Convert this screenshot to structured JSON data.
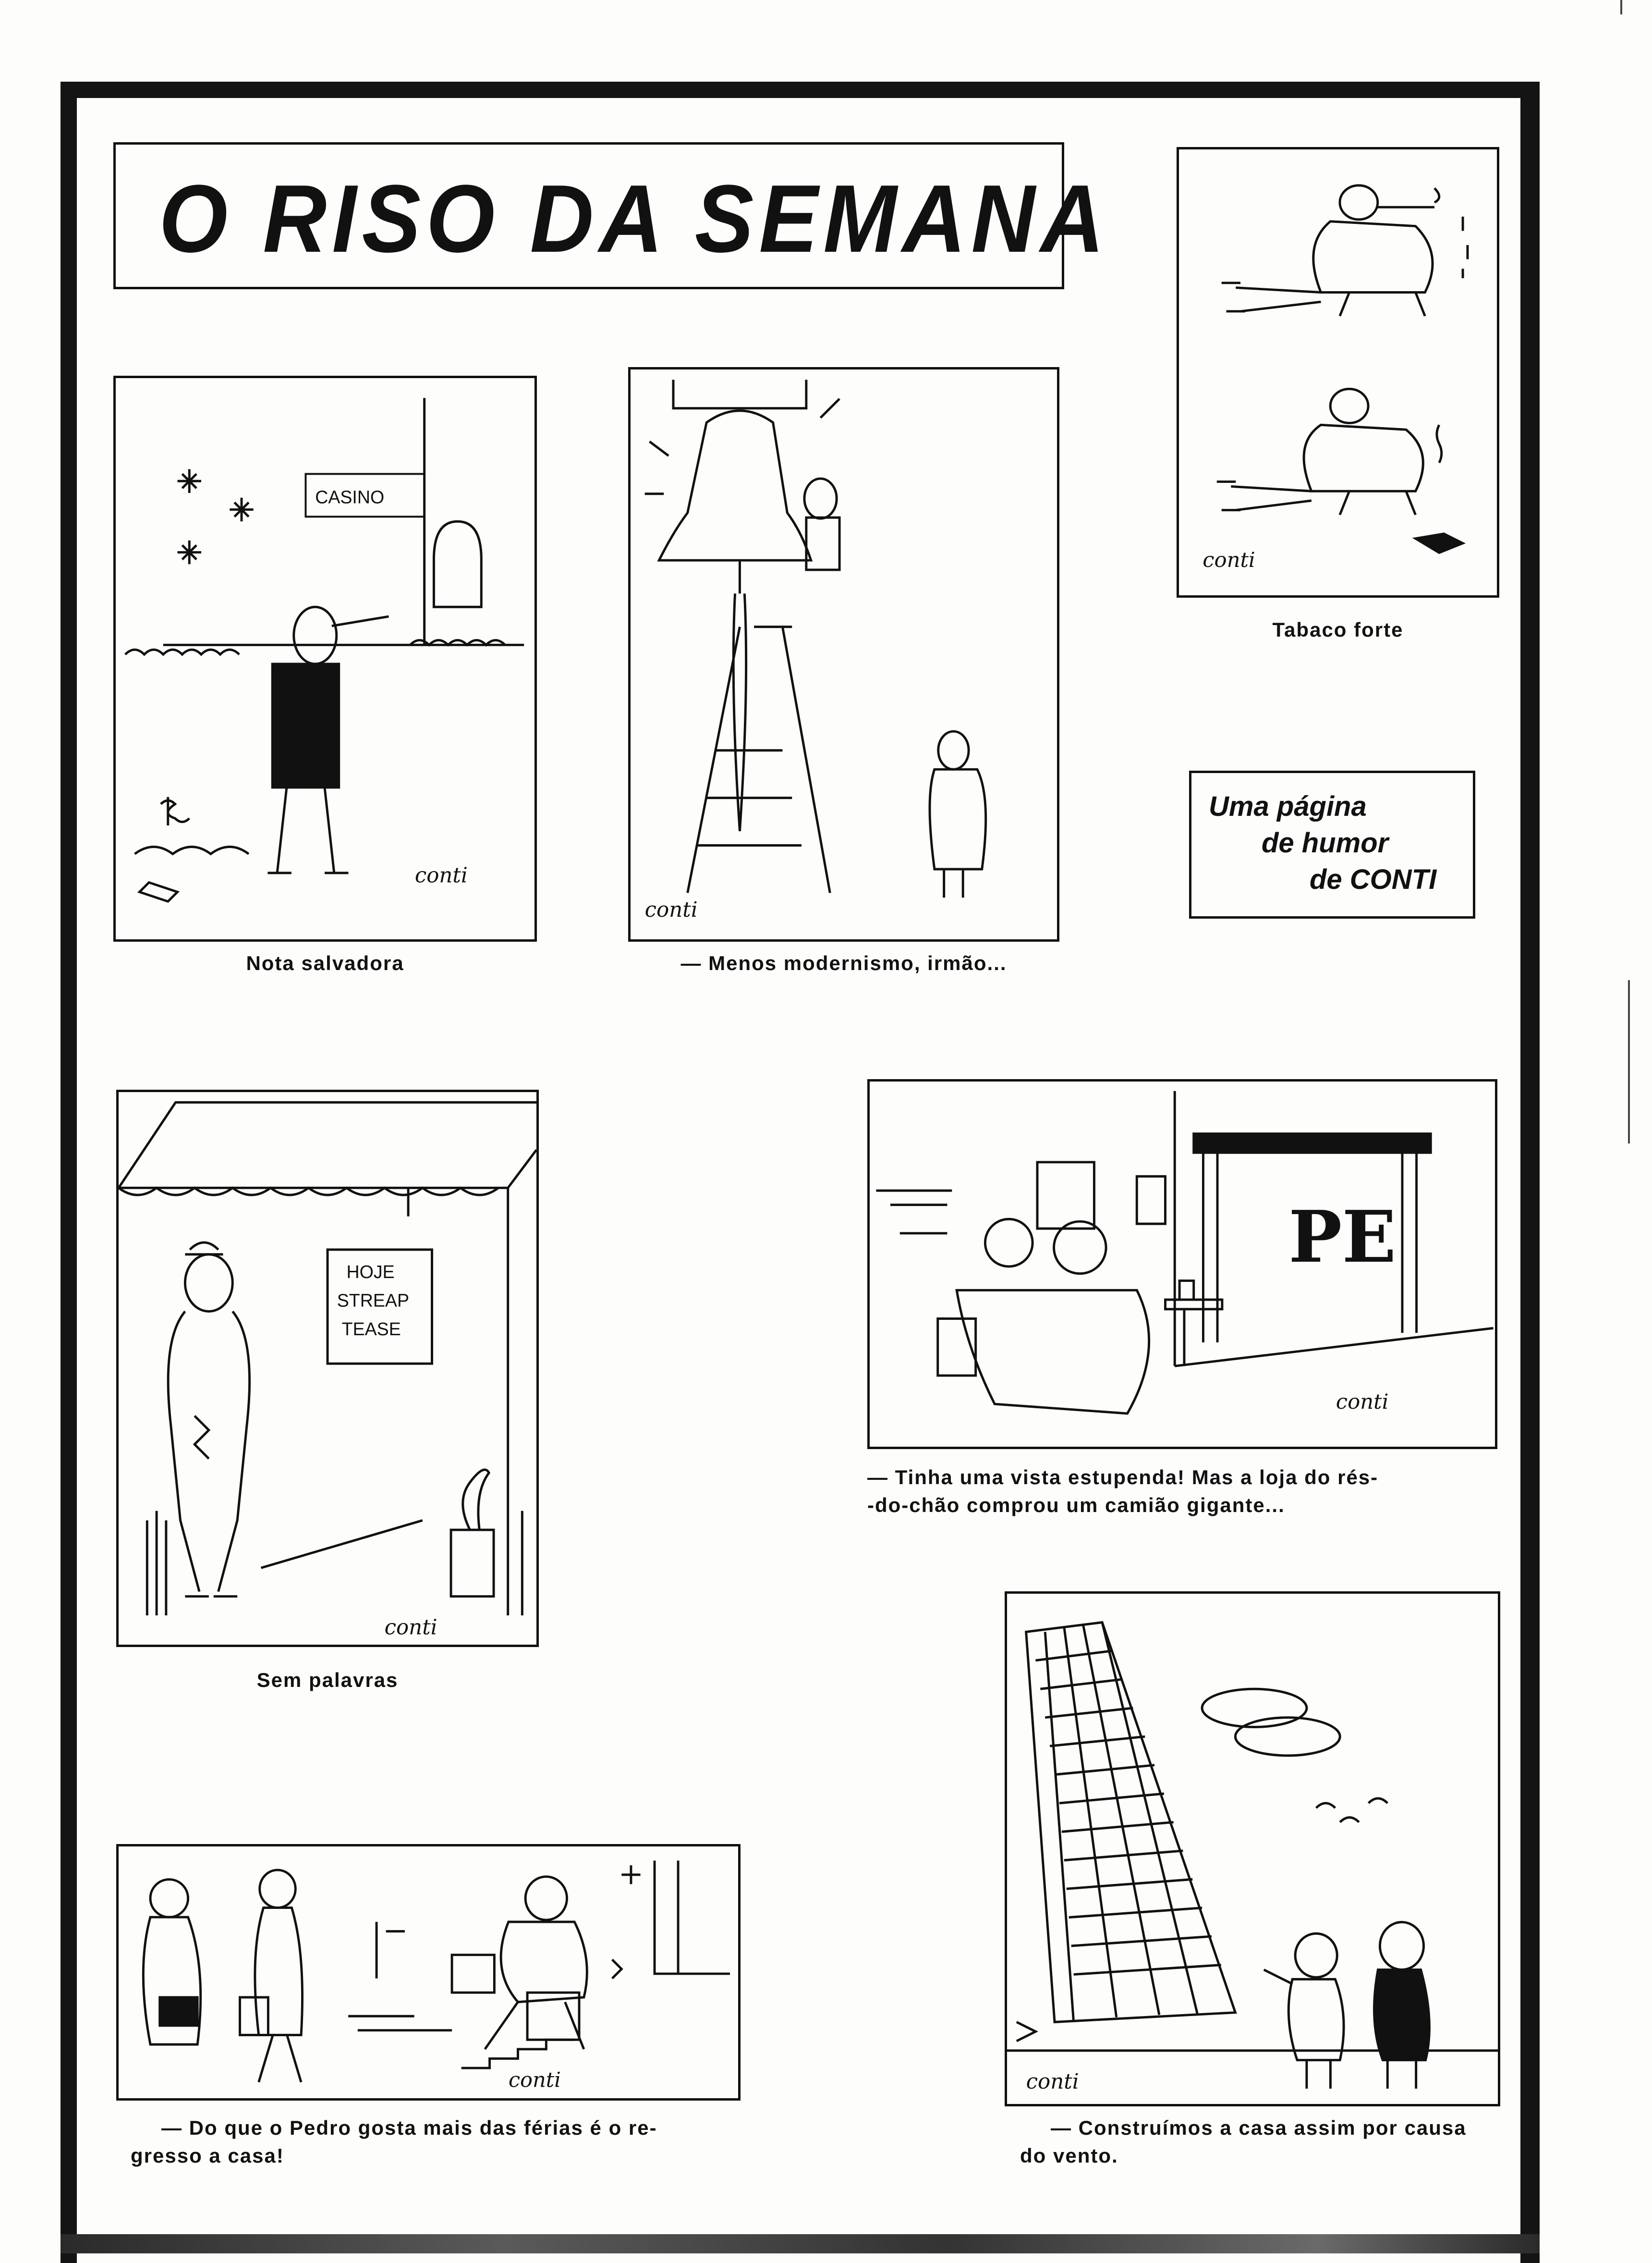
{
  "header": {
    "title": "O RISO DA SEMANA"
  },
  "promo": {
    "line1": "Uma página",
    "line2": "de humor",
    "line3": "de CONTI"
  },
  "cartoons": [
    {
      "id": "nota-salvadora",
      "caption": "Nota salvadora",
      "signature": "conti",
      "sign_text": "CASINO"
    },
    {
      "id": "menos-modernismo",
      "caption": "— Menos modernismo, irmão...",
      "signature": "conti"
    },
    {
      "id": "tabaco-forte",
      "caption": "Tabaco forte",
      "signature": "conti"
    },
    {
      "id": "sem-palavras",
      "caption": "Sem palavras",
      "signature": "conti",
      "sign_lines": [
        "HOJE",
        "STREAP",
        "TEASE"
      ]
    },
    {
      "id": "vista-estupenda",
      "caption_line1": "— Tinha uma vista estupenda! Mas a loja do rés-",
      "caption_line2": "-do-chão comprou um camião gigante...",
      "signature": "conti",
      "sign_text": "PE"
    },
    {
      "id": "regresso-casa",
      "caption_line1": "— Do que o Pedro gosta mais das férias é o re-",
      "caption_line2": "gresso a casa!",
      "signature": "conti"
    },
    {
      "id": "casa-vento",
      "caption_line1": "— Construímos a casa assim por causa",
      "caption_line2": "do vento.",
      "signature": "conti"
    }
  ]
}
